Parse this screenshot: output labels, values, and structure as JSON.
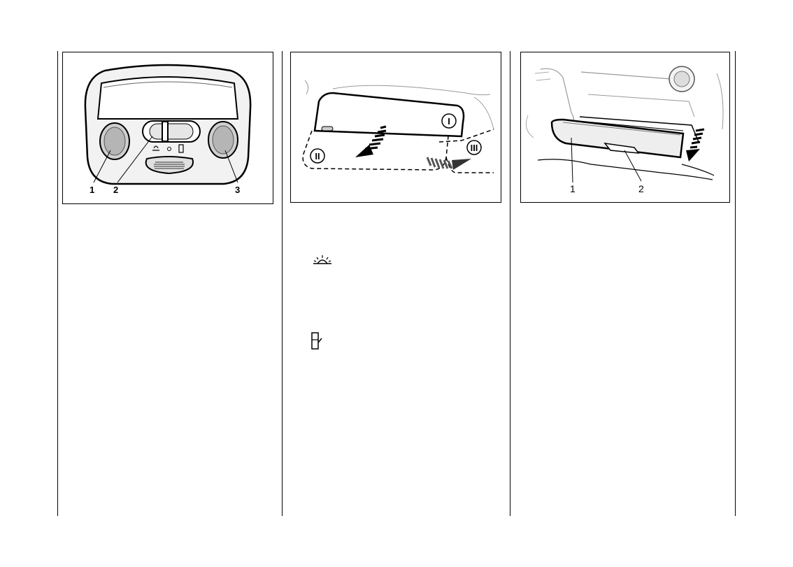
{
  "figures": [
    {
      "id": "roof-console",
      "callouts": [
        "1",
        "2",
        "3"
      ]
    },
    {
      "id": "sun-visor",
      "position_labels": [
        "I",
        "II",
        "III"
      ]
    },
    {
      "id": "glove-box",
      "callouts": [
        "1",
        "2"
      ]
    }
  ],
  "symbols": [
    {
      "name": "interior-light-on-icon"
    },
    {
      "name": "door-contact-icon"
    }
  ]
}
